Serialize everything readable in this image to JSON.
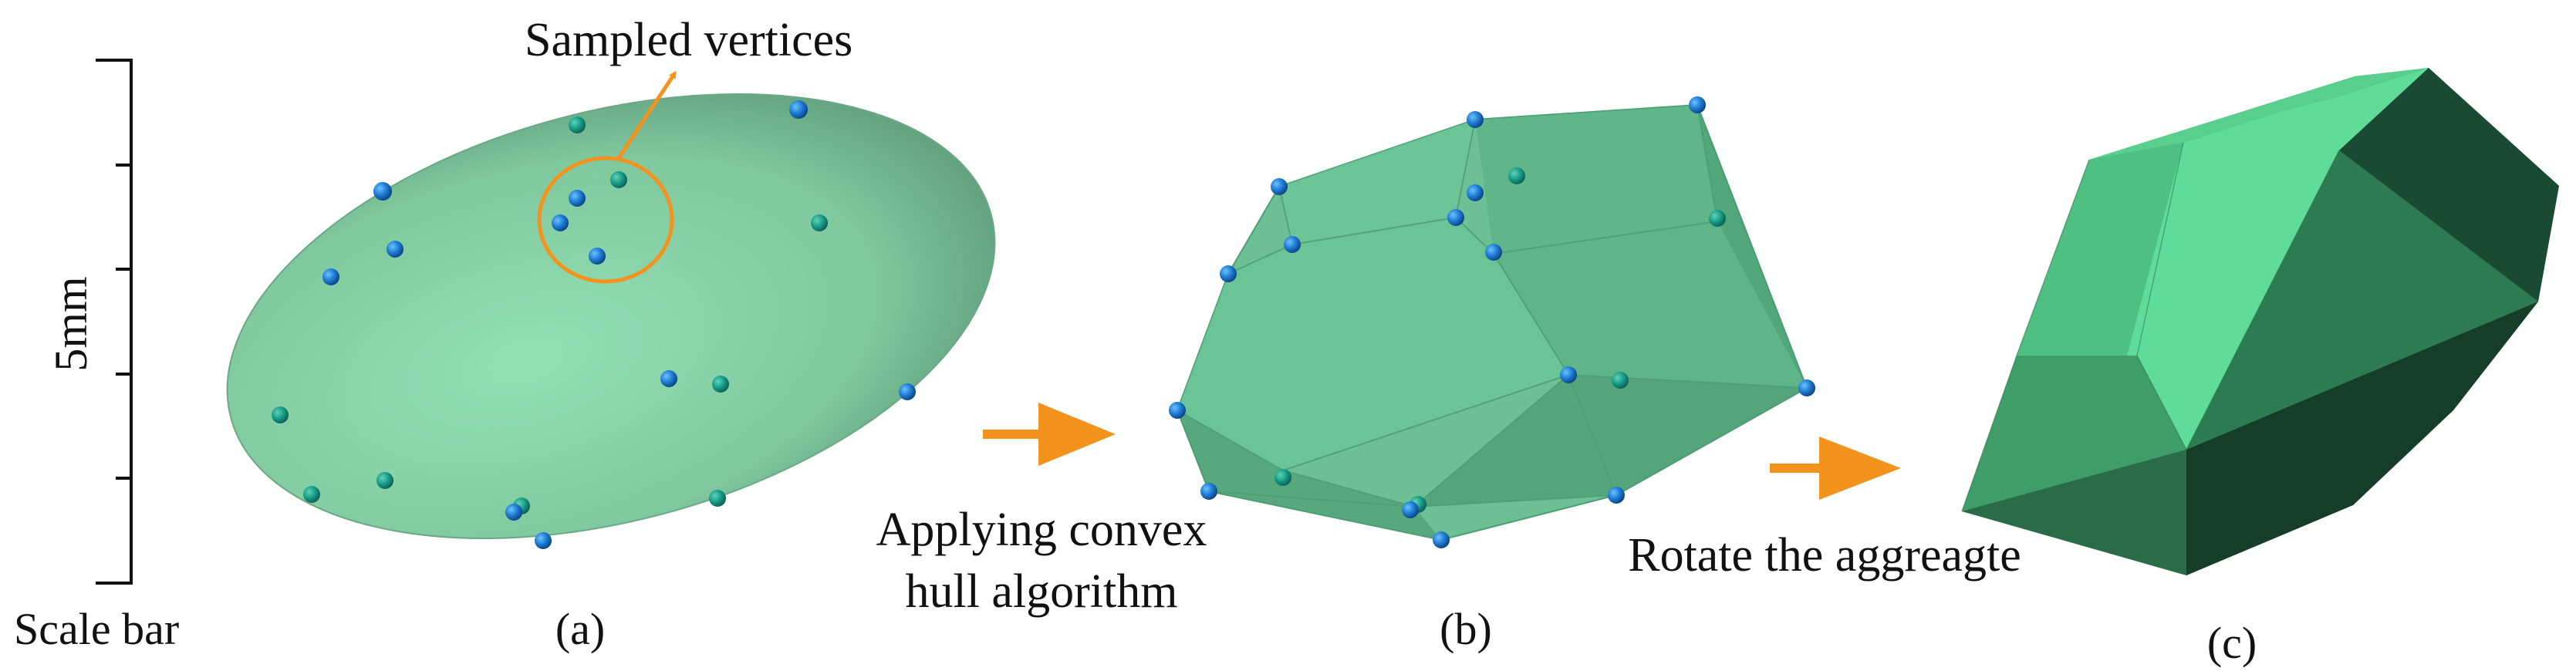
{
  "scale_bar": {
    "value_label": "5mm",
    "caption": "Scale bar"
  },
  "panels": [
    {
      "caption": "(a)",
      "annotation": "Sampled vertices"
    },
    {
      "caption": "(b)"
    },
    {
      "caption": "(c)"
    }
  ],
  "steps": [
    {
      "line1": "Applying convex",
      "line2": "hull algorithm"
    },
    {
      "line1": "Rotate the aggreagte"
    }
  ],
  "colors": {
    "ellipsoid": "#8fd6ac",
    "hull": "#5dbb89",
    "vertex": "#1f7fd6",
    "highlight": "#f4921e",
    "rock_light": "#5fdd98",
    "rock_dark": "#153d2a",
    "text": "#111111"
  }
}
